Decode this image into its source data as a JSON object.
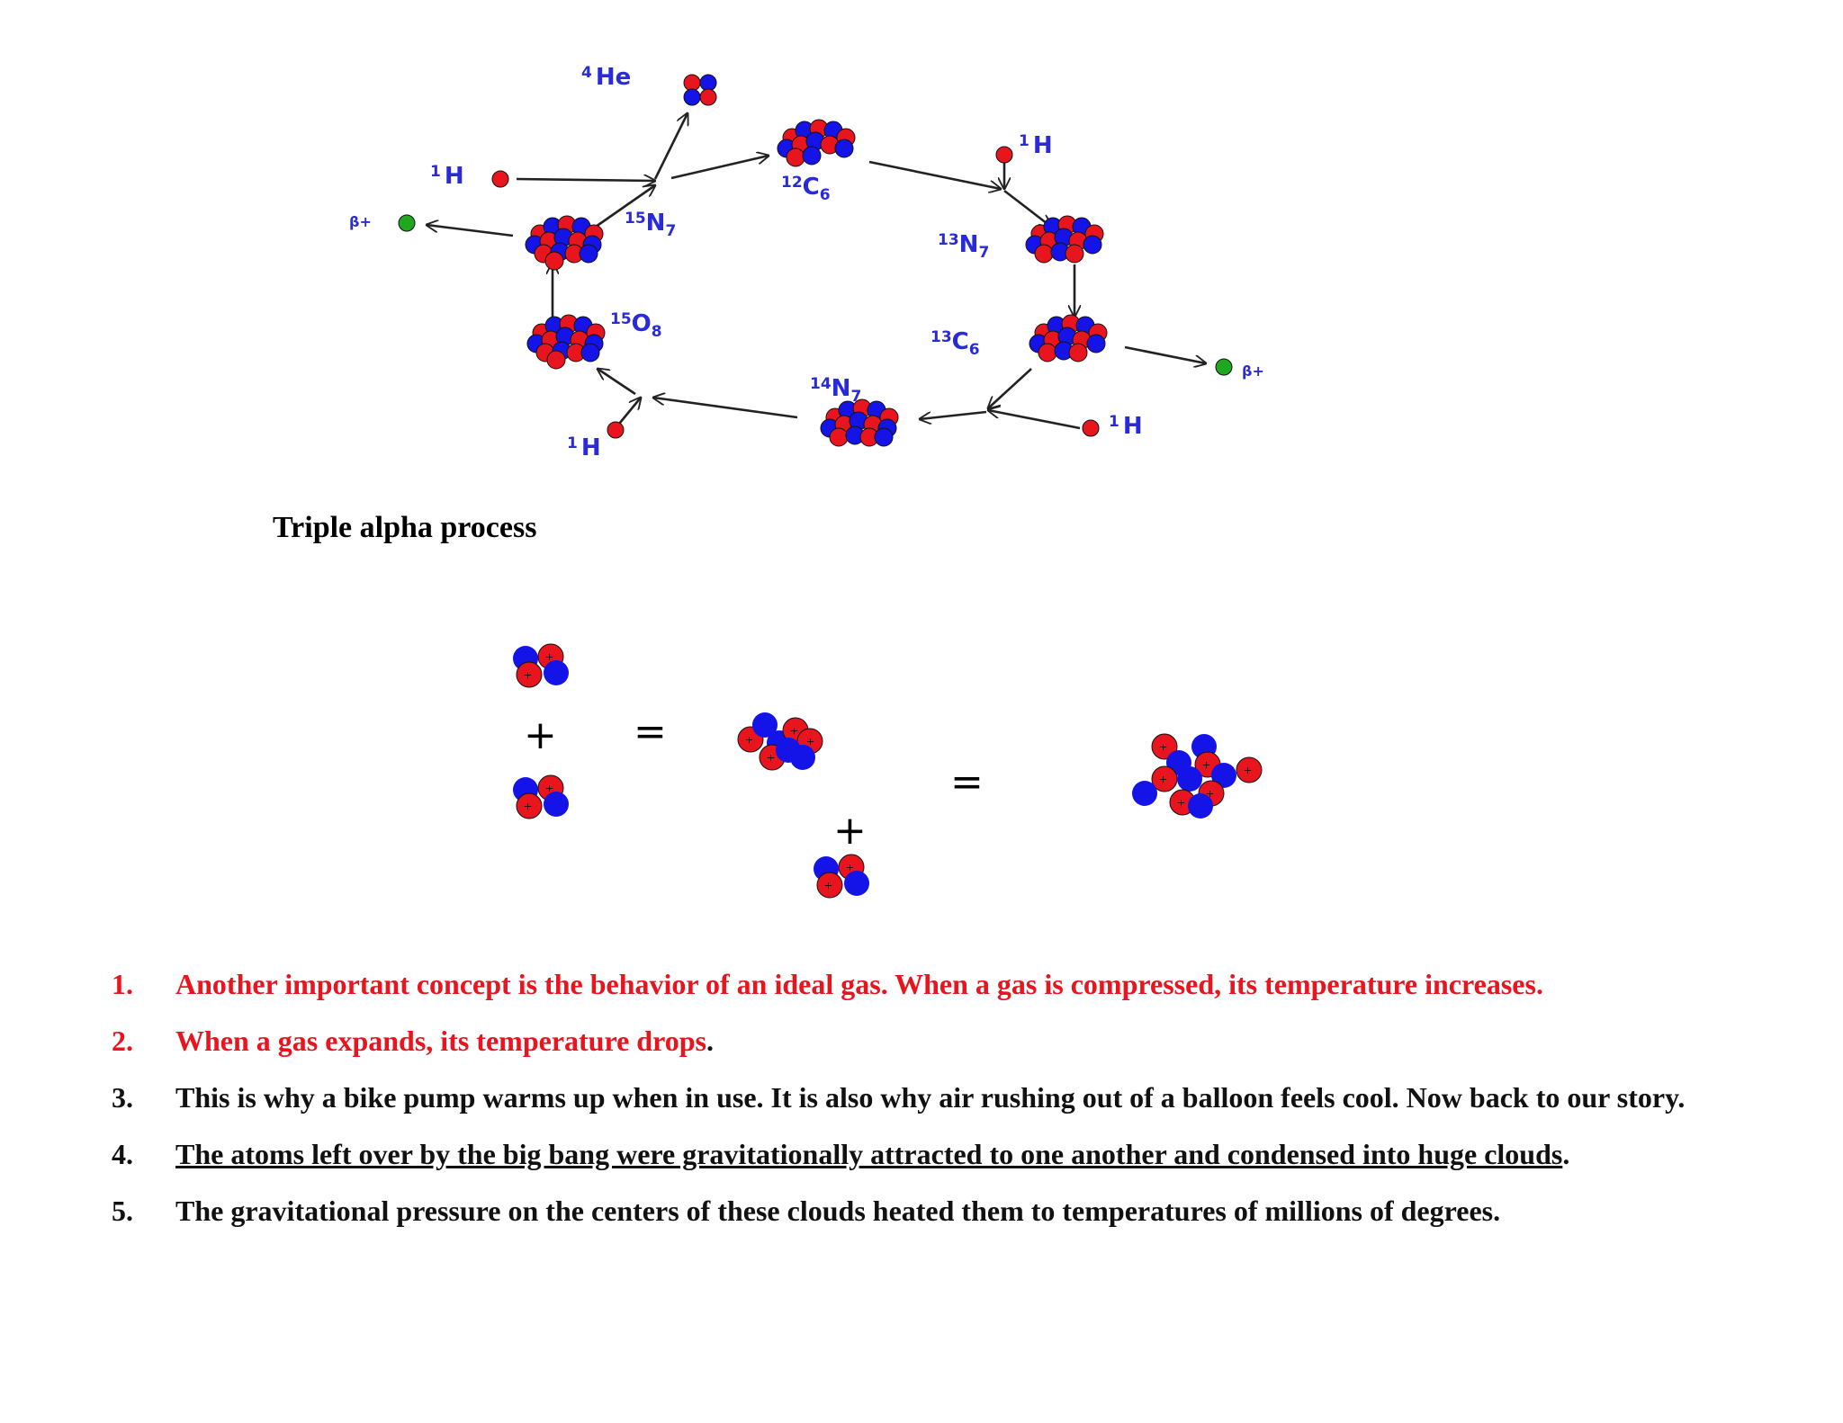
{
  "cno_cycle": {
    "nodes": [
      {
        "id": "he4",
        "sup": "4",
        "el": "He",
        "sub": ""
      },
      {
        "id": "c12",
        "sup": "12",
        "el": "C",
        "sub": "6"
      },
      {
        "id": "h1_top",
        "sup": "1",
        "el": "H",
        "sub": ""
      },
      {
        "id": "h1_left",
        "sup": "1",
        "el": "H",
        "sub": ""
      },
      {
        "id": "n15",
        "sup": "15",
        "el": "N",
        "sub": "7"
      },
      {
        "id": "beta_left",
        "sup": "",
        "el": "β+",
        "sub": ""
      },
      {
        "id": "n13",
        "sup": "13",
        "el": "N",
        "sub": "7"
      },
      {
        "id": "o15",
        "sup": "15",
        "el": "O",
        "sub": "8"
      },
      {
        "id": "c13",
        "sup": "13",
        "el": "C",
        "sub": "6"
      },
      {
        "id": "beta_right",
        "sup": "",
        "el": "β+",
        "sub": ""
      },
      {
        "id": "n14",
        "sup": "14",
        "el": "N",
        "sub": "7"
      },
      {
        "id": "h1_bottom_left",
        "sup": "1",
        "el": "H",
        "sub": ""
      },
      {
        "id": "h1_bottom_right",
        "sup": "1",
        "el": "H",
        "sub": ""
      }
    ],
    "colors": {
      "proton": "#e8141e",
      "neutron": "#1414e8",
      "positron": "#1fa81f",
      "label": "#2a2ad8"
    }
  },
  "caption": "Triple alpha process",
  "triple_alpha": {
    "plus_1": "+",
    "equals_1": "=",
    "plus_2": "+",
    "equals_2": "="
  },
  "list": [
    {
      "num": "1.",
      "segments": [
        {
          "text": "Another important concept is the behavior of an ideal gas.  When a gas is compressed, its temperature increases.",
          "style": "red"
        }
      ]
    },
    {
      "num": "2.",
      "segments": [
        {
          "text": "When a gas expands, its temperature drops",
          "style": "red"
        },
        {
          "text": ".",
          "style": "blk"
        }
      ]
    },
    {
      "num": "3.",
      "segments": [
        {
          "text": "This is why a bike pump warms up when in use.  It is also why air rushing out of a balloon feels cool.  Now back to our story.",
          "style": "blk"
        }
      ]
    },
    {
      "num": "4.",
      "segments": [
        {
          "text": "The atoms left over by the big bang were gravitationally attracted to one another and condensed into huge clouds",
          "style": "blk ul"
        },
        {
          "text": ".",
          "style": "blk"
        }
      ]
    },
    {
      "num": "5.",
      "segments": [
        {
          "text": "The gravitational pressure on the centers of these clouds heated them to temperatures of millions of degrees.",
          "style": "blk"
        }
      ]
    }
  ]
}
